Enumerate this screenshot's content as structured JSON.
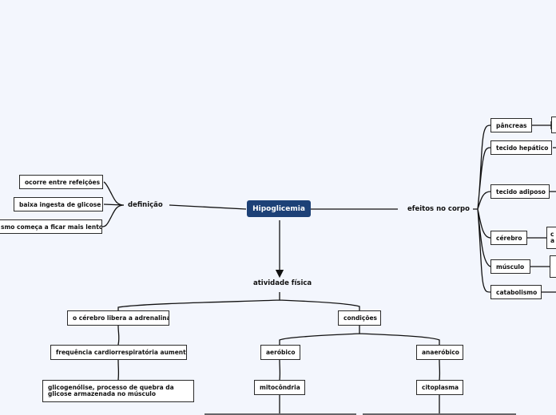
{
  "root": "Hipoglicemia",
  "definicao": {
    "label": "definição",
    "items": [
      "ocorre entre refeições",
      "baixa ingesta de glicose",
      "smo começa a ficar mais lento"
    ]
  },
  "efeitos": {
    "label": "efeitos no corpo",
    "items": {
      "pancreas": "pâncreas",
      "tecido_hepatico": "tecido hepático",
      "tecido_adiposo": "tecido adiposo",
      "cerebro": "cérebro",
      "cerebro_child": "c\na",
      "musculo": "músculo",
      "catabolismo": "catabolismo"
    }
  },
  "atividade": {
    "label": "atividade física",
    "adrenalina": "o cérebro libera a adrenalina",
    "frequencia": "frequência cardiorrespiratória aumenta",
    "glicogenolise": "glicogenólise, processo de quebra da glicose armazenada no músculo",
    "condicoes": "condições",
    "aerobico": "aeróbico",
    "mitocondria": "mitocôndria",
    "anaerobico": "anaeróbico",
    "citoplasma": "citoplasma"
  },
  "colors": {
    "background": "#f3f6fd",
    "root_fill": "#1d4177",
    "root_text": "#ffffff",
    "node_border": "#2b2b2b",
    "link": "#111111"
  }
}
